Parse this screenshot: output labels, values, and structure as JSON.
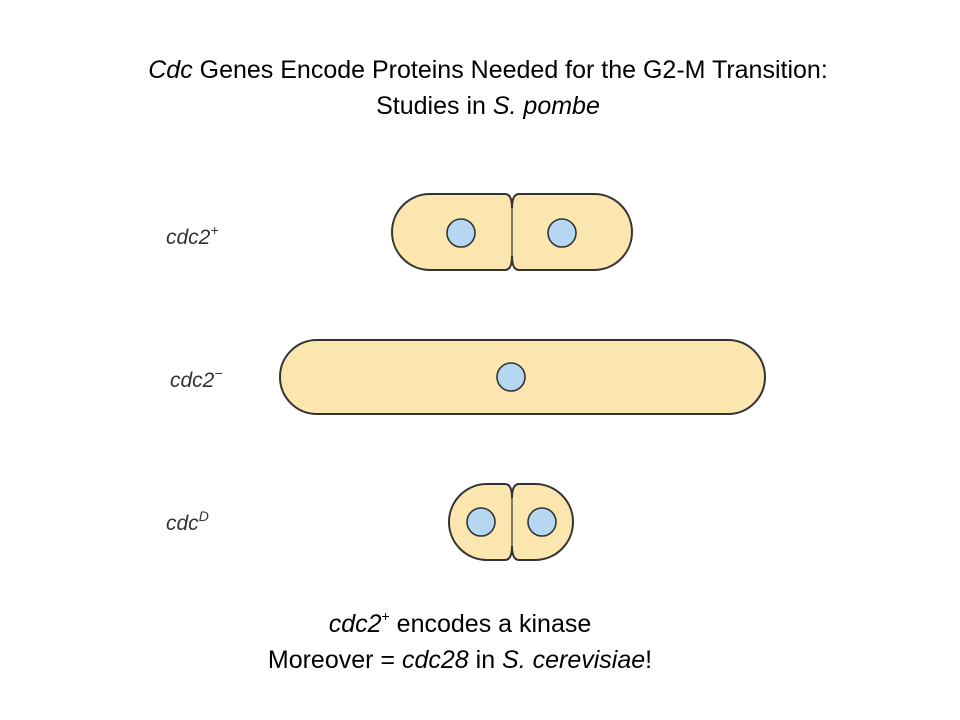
{
  "title": {
    "line1_italic": "Cdc",
    "line1_rest": " Genes Encode Proteins Needed for the G2-M Transition:",
    "line2_plain": "Studies in ",
    "line2_italic": "S. pombe"
  },
  "labels": {
    "wildtype_base": "cdc2",
    "wildtype_sup": "+",
    "mutant_base": "cdc2",
    "mutant_sup": "−",
    "dominant_base": "cdc",
    "dominant_sup": "D"
  },
  "caption": {
    "line1_italic": "cdc2",
    "line1_sup": "+",
    "line1_rest": " encodes a kinase",
    "line2_plain_a": "Moreover = ",
    "line2_italic_a": "cdc28",
    "line2_plain_b": " in ",
    "line2_italic_b": "S. cerevisiae",
    "line2_plain_c": "!"
  },
  "colors": {
    "cell_fill": "#fce6b0",
    "cell_stroke": "#333333",
    "nucleus_fill": "#b6d7f2",
    "nucleus_stroke": "#333333"
  }
}
